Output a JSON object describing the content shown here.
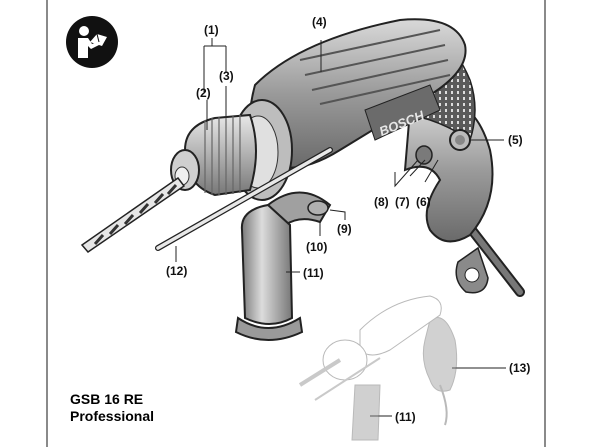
{
  "document": {
    "type": "power tool manual figure page",
    "product": {
      "model": "GSB 16 RE",
      "line": "Professional"
    },
    "brand_on_tool": "BOSCH",
    "icons": {
      "read_manual": "read-instructions-icon"
    },
    "callouts": [
      {
        "id": "1",
        "label": "(1)"
      },
      {
        "id": "2",
        "label": "(2)"
      },
      {
        "id": "3",
        "label": "(3)"
      },
      {
        "id": "4",
        "label": "(4)"
      },
      {
        "id": "5",
        "label": "(5)"
      },
      {
        "id": "6",
        "label": "(6)"
      },
      {
        "id": "7",
        "label": "(7)"
      },
      {
        "id": "8",
        "label": "(8)"
      },
      {
        "id": "9",
        "label": "(9)"
      },
      {
        "id": "10",
        "label": "(10)"
      },
      {
        "id": "11",
        "label": "(11)"
      },
      {
        "id": "12",
        "label": "(12)"
      },
      {
        "id": "11b",
        "label": "(11)"
      },
      {
        "id": "13",
        "label": "(13)"
      }
    ],
    "colors": {
      "border": "#8a8a8a",
      "body_dark": "#6e6e6e",
      "body_light": "#c8c8c8",
      "faded_drawing": "#d6d6d6",
      "text": "#000000"
    }
  }
}
